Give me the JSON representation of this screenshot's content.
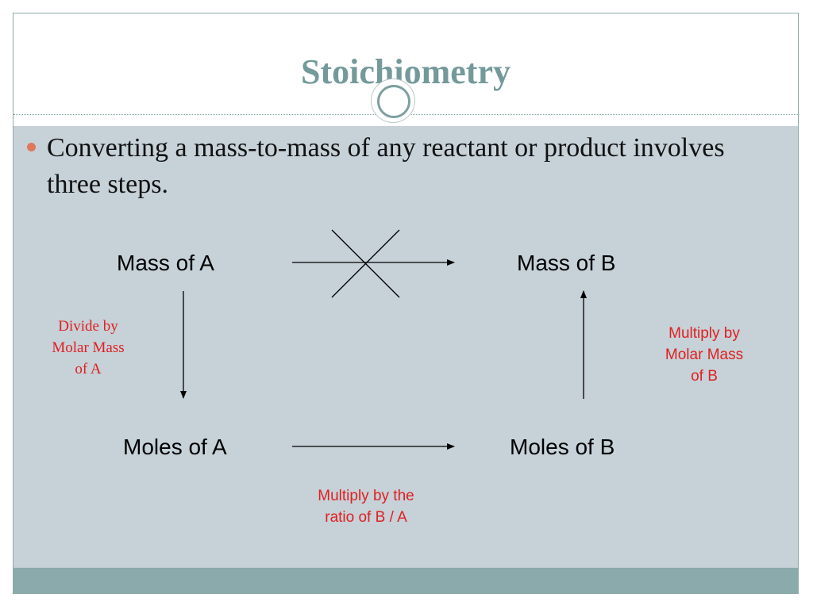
{
  "slide": {
    "title": "Stoichiometry",
    "bullet": "Converting a mass-to-mass of any reactant or product involves three steps."
  },
  "diagram": {
    "nodes": {
      "mass_a": "Mass of A",
      "mass_b": "Mass of B",
      "moles_a": "Moles of A",
      "moles_b": "Moles of B"
    },
    "notes": {
      "divide_molar_mass_a": [
        "Divide by",
        "Molar Mass",
        "of A"
      ],
      "multiply_molar_mass_b": [
        "Multiply by",
        "Molar Mass",
        "of B"
      ],
      "multiply_ratio": [
        "Multiply by the",
        "ratio of B / A"
      ]
    }
  },
  "colors": {
    "title": "#74999a",
    "content_background": "#c6d1d8",
    "footer": "#8aaaab",
    "bullet": "#e0785e",
    "annotation": "#e02020"
  }
}
